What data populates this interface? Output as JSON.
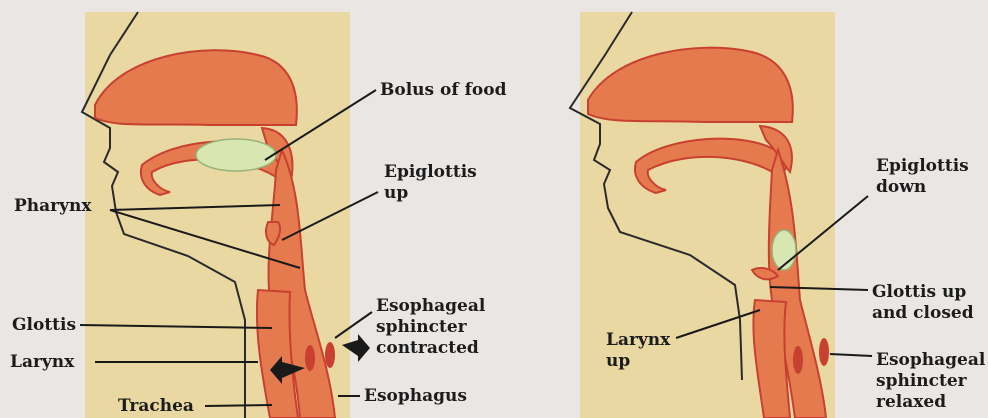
{
  "colors": {
    "page_background": "#e9e6e4",
    "panel_background": "#ead8a2",
    "tissue_fill": "#e57a4e",
    "tissue_outline": "#c8402f",
    "bolus_fill": "#d8e6b2",
    "label_text": "#1c1c1c",
    "arrow": "#1a1a1a"
  },
  "left_panel": {
    "labels": {
      "bolus": "Bolus of food",
      "epiglottis": "Epiglottis\nup",
      "pharynx": "Pharynx",
      "sphincter": "Esophageal\nsphincter\ncontracted",
      "glottis": "Glottis",
      "larynx": "Larynx",
      "trachea": "Trachea",
      "esophagus": "Esophagus"
    }
  },
  "right_panel": {
    "labels": {
      "epiglottis": "Epiglottis\ndown",
      "glottis": "Glottis up\nand closed",
      "larynx": "Larynx\nup",
      "sphincter": "Esophageal\nsphincter\nrelaxed"
    }
  }
}
